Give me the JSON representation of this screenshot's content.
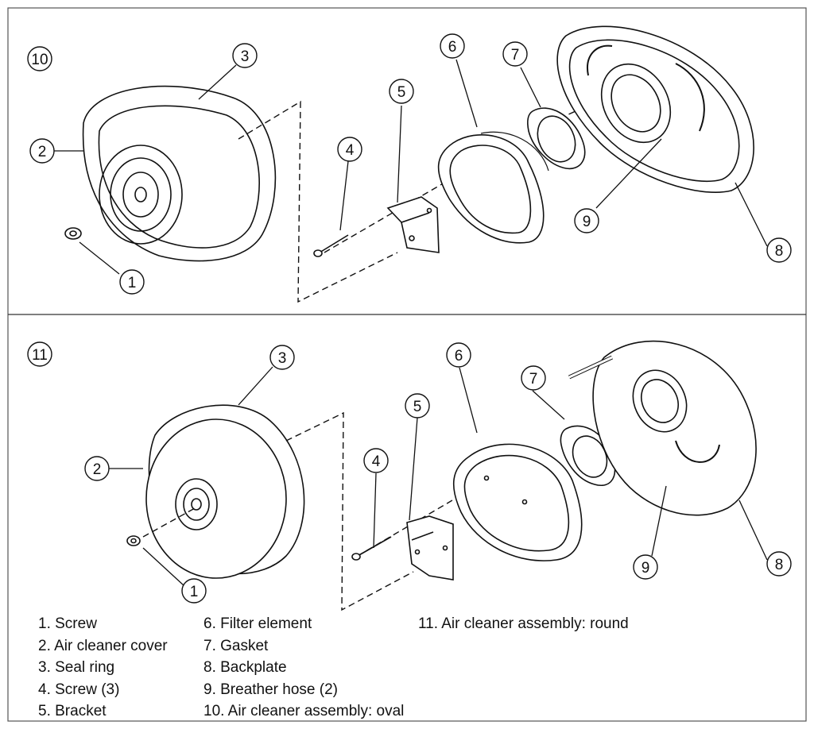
{
  "callouts": {
    "oval": [
      "10",
      "3",
      "2",
      "1",
      "4",
      "5",
      "6",
      "7",
      "9",
      "8"
    ],
    "round": [
      "11",
      "3",
      "2",
      "1",
      "4",
      "5",
      "6",
      "7",
      "9",
      "8"
    ]
  },
  "legend": {
    "col1": [
      "1. Screw",
      "2. Air cleaner cover",
      "3. Seal ring",
      "4. Screw (3)",
      "5. Bracket"
    ],
    "col2": [
      "6. Filter element",
      "7. Gasket",
      "8. Backplate",
      "9. Breather hose (2)",
      "10. Air cleaner assembly: oval"
    ],
    "col3": [
      "11. Air cleaner assembly: round"
    ]
  }
}
